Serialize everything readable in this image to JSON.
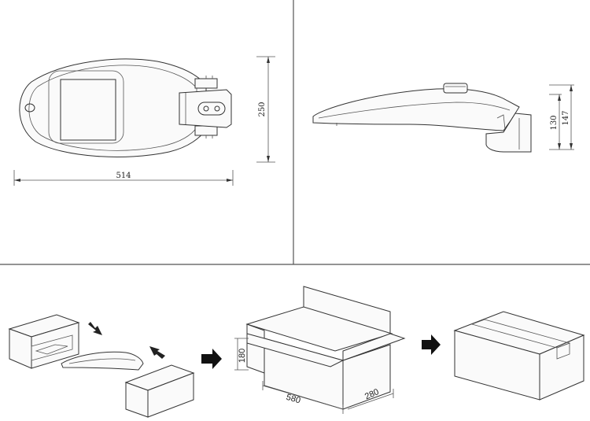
{
  "top_view": {
    "length_label": "514",
    "width_label": "250"
  },
  "side_view": {
    "height_label_1": "130",
    "height_label_2": "147"
  },
  "packing": {
    "box_height_label": "180",
    "box_length_label": "580",
    "box_width_label": "280"
  }
}
